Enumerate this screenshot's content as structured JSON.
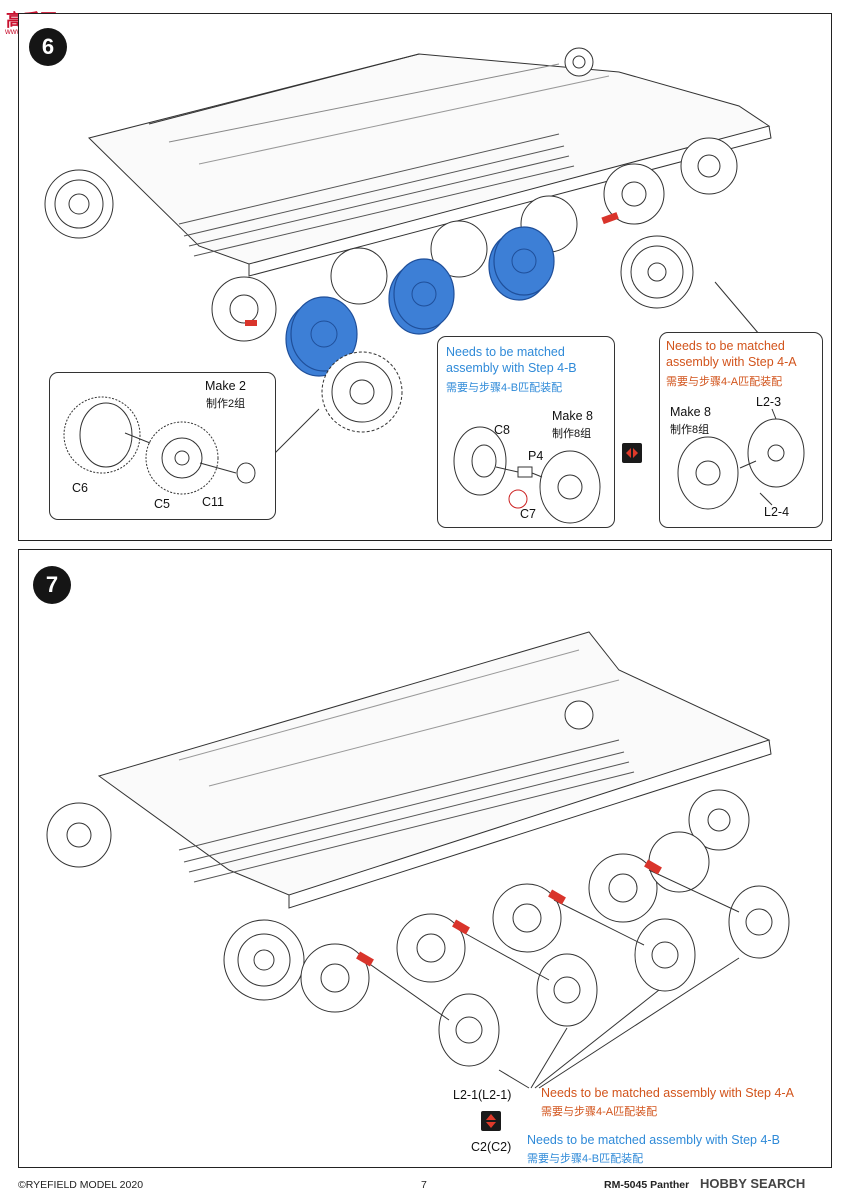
{
  "watermark": {
    "top_left_logo": "高手网",
    "top_left_url": "www.gaoshan.com",
    "bottom_right": "HOBBY SEARCH"
  },
  "step6": {
    "number": "6",
    "make_c": {
      "make_en": "Make 2",
      "make_cn": "制作2组",
      "parts": [
        "C6",
        "C5",
        "C11"
      ]
    },
    "make_p": {
      "note_en_1": "Needs to be matched",
      "note_en_2": "assembly with Step 4-B",
      "note_cn": "需要与步骤4-B匹配装配",
      "make_en": "Make 8",
      "make_cn": "制作8组",
      "parts": [
        "C8",
        "P4",
        "C7"
      ]
    },
    "make_l": {
      "note_en_1": "Needs to be matched",
      "note_en_2": "assembly with Step 4-A",
      "note_cn": "需要与步骤4-A匹配装配",
      "make_en": "Make 8",
      "make_cn": "制作8组",
      "parts": [
        "L2-3",
        "L2-4"
      ]
    }
  },
  "step7": {
    "number": "7",
    "part_l": "L2-1(L2-1)",
    "note_a_en": "Needs to be matched assembly with Step 4-A",
    "note_a_cn": "需要与步骤4-A匹配装配",
    "part_c": "C2(C2)",
    "note_b_en": "Needs to be matched assembly with Step 4-B",
    "note_b_cn": "需要与步骤4-B匹配装配"
  },
  "footer": {
    "copyright": "©RYEFIELD MODEL 2020",
    "page": "7",
    "product": "RM-5045  Panther"
  },
  "colors": {
    "blue_wheel": "#3d7fd6",
    "blue_text": "#2f8ad8",
    "red_text": "#d2541c",
    "peg_red": "#d9342b"
  }
}
